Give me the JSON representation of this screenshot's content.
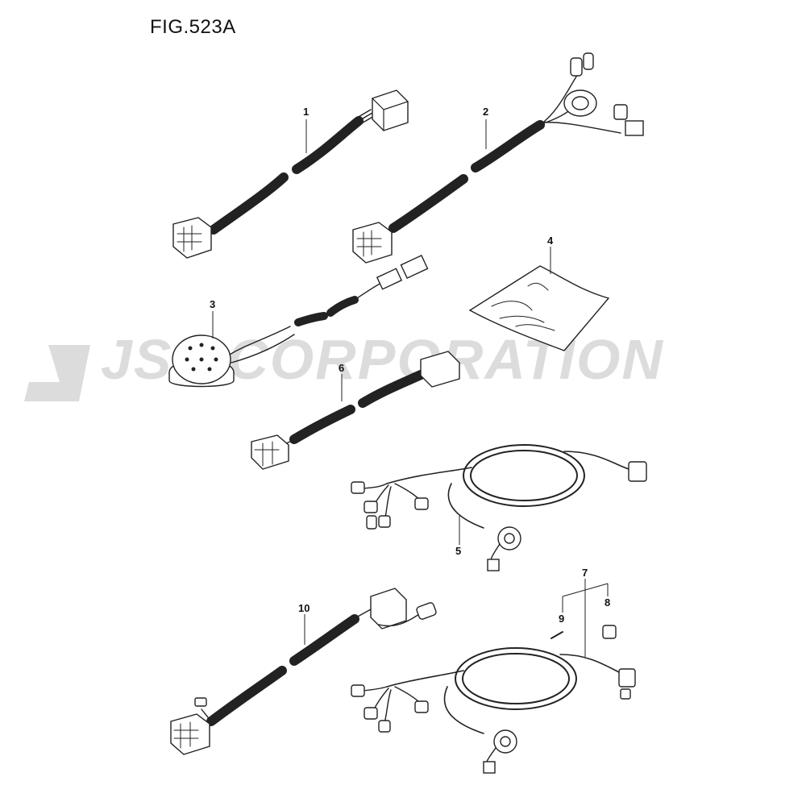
{
  "figure": {
    "title": "FIG.523A"
  },
  "watermark": {
    "text": "JSP CORPORATION",
    "color": "#dcdcdc"
  },
  "callouts": [
    "1",
    "2",
    "3",
    "4",
    "5",
    "6",
    "7",
    "8",
    "9",
    "10"
  ]
}
